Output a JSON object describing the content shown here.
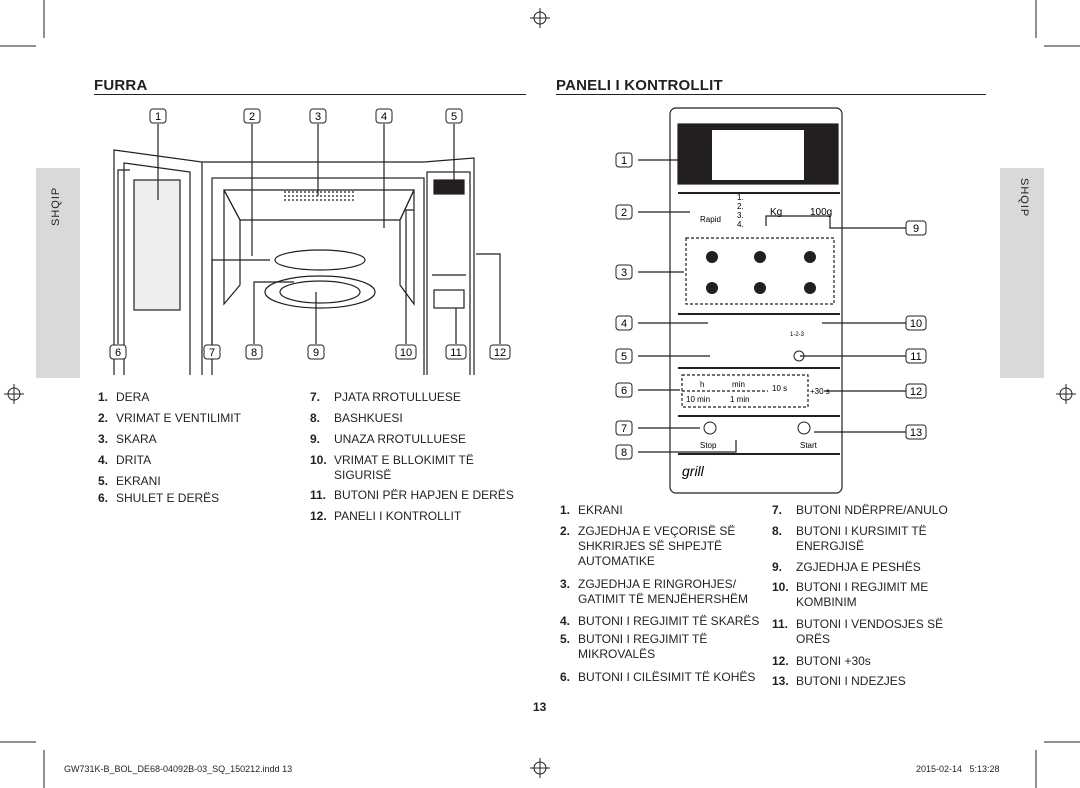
{
  "furra": {
    "title": "FURRA",
    "callouts_top": [
      "1",
      "2",
      "3",
      "4",
      "5"
    ],
    "callouts_bottom": [
      "6",
      "7",
      "8",
      "9",
      "10",
      "11",
      "12"
    ],
    "legend_left": [
      {
        "n": "1.",
        "t": "DERA"
      },
      {
        "n": "2.",
        "t": "VRIMAT E VENTILIMIT"
      },
      {
        "n": "3.",
        "t": "SKARA"
      },
      {
        "n": "4.",
        "t": "DRITA"
      },
      {
        "n": "5.",
        "t": "EKRANI"
      },
      {
        "n": "6.",
        "t": "SHULET E DERËS"
      }
    ],
    "legend_right": [
      {
        "n": "7.",
        "t": "PJATA RROTULLUESE"
      },
      {
        "n": "8.",
        "t": "BASHKUESI"
      },
      {
        "n": "9.",
        "t": "UNAZA RROTULLUESE"
      },
      {
        "n": "10.",
        "t": "VRIMAT E BLLOKIMIT TË SIGURISË"
      },
      {
        "n": "11.",
        "t": "BUTONI PËR HAPJEN E DERËS"
      },
      {
        "n": "12.",
        "t": "PANELI I KONTROLLIT"
      }
    ]
  },
  "paneli": {
    "title": "PANELI I KONTROLLIT",
    "callouts_left": [
      "1",
      "2",
      "3",
      "4",
      "5",
      "6",
      "7",
      "8"
    ],
    "callouts_right": [
      "9",
      "10",
      "11",
      "12",
      "13"
    ],
    "panel_labels": {
      "rapid": "Rapid",
      "kg": "Kg",
      "g100": "100g",
      "defrost_items": [
        "1.",
        "2.",
        "3.",
        "4."
      ],
      "combi_sub": "1-2-3",
      "h": "h",
      "min": "min",
      "s10": "10 s",
      "min10": "10 min",
      "min1": "1 min",
      "plus30": "+30 s",
      "stop": "Stop",
      "start": "Start",
      "grill": "grill"
    },
    "legend_left": [
      {
        "n": "1.",
        "t": "EKRANI"
      },
      {
        "n": "2.",
        "t": "ZGJEDHJA E VEÇORISË SË SHKRIRJES SË SHPEJTË AUTOMATIKE"
      },
      {
        "n": "3.",
        "t": "ZGJEDHJA E RINGROHJES/ GATIMIT TË MENJËHERSHËM"
      },
      {
        "n": "4.",
        "t": "BUTONI I REGJIMIT TË SKARËS"
      },
      {
        "n": "5.",
        "t": "BUTONI I REGJIMIT TË MIKROVALËS"
      },
      {
        "n": "6.",
        "t": "BUTONI I CILËSIMIT TË KOHËS"
      }
    ],
    "legend_right": [
      {
        "n": "7.",
        "t": "BUTONI NDËRPRE/ANULO"
      },
      {
        "n": "8.",
        "t": "BUTONI I KURSIMIT TË ENERGJISË"
      },
      {
        "n": "9.",
        "t": "ZGJEDHJA E PESHËS"
      },
      {
        "n": "10.",
        "t": "BUTONI I REGJIMIT ME KOMBINIM"
      },
      {
        "n": "11.",
        "t": "BUTONI I VENDOSJES SË ORËS"
      },
      {
        "n": "12.",
        "t": "BUTONI +30s"
      },
      {
        "n": "13.",
        "t": "BUTONI I NDEZJES"
      }
    ]
  },
  "side_tab_left": "SHQIP",
  "side_tab_right": "SHQIP",
  "page_number": "13",
  "footer": {
    "file": "GW731K-B_BOL_DE68-04092B-03_SQ_150212.indd   13",
    "date": "2015-02-14     5:13:28"
  }
}
